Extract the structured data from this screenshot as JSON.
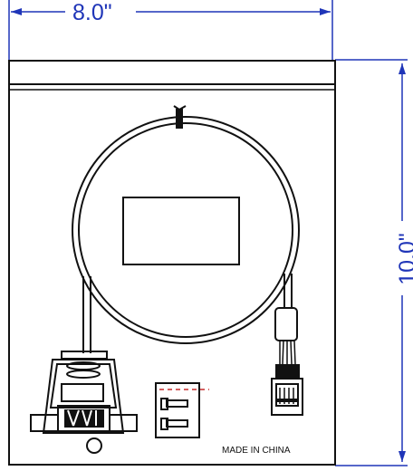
{
  "dimensions": {
    "width_label": "8.0\"",
    "height_label": "10.0\""
  },
  "panel": {
    "label": "MADE IN CHINA"
  },
  "colors": {
    "dimension": "#1f35b8",
    "outline": "#111111",
    "red_marker": "#c62828"
  }
}
